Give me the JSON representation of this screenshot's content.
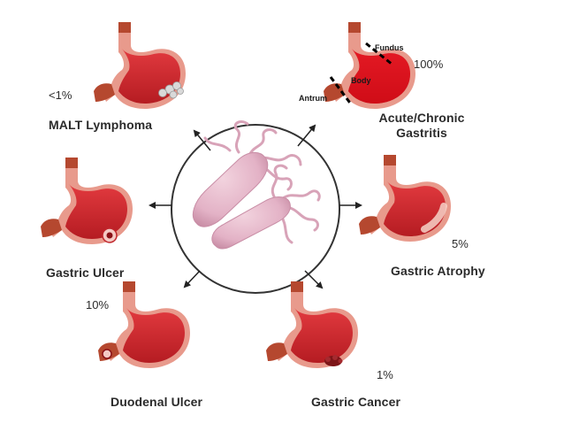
{
  "center_icon": "helicobacter-pylori-bacteria",
  "colors": {
    "stomach_outer": "#e89a8c",
    "stomach_inner": "#d9282f",
    "stomach_dark": "#b51c22",
    "esophagus": "#b5482f",
    "bacteria": "#e3b2c6",
    "flagella": "#d8a3b8",
    "circle_border": "#333333",
    "arrow": "#222222"
  },
  "outcomes": {
    "malt": {
      "title": "MALT Lymphoma",
      "percent": "<1%"
    },
    "gastritis": {
      "title_line1": "Acute/Chronic",
      "title_line2": "Gastritis",
      "percent": "100%",
      "regions": {
        "fundus": "Fundus",
        "body": "Body",
        "antrum": "Antrum"
      }
    },
    "gastric_ulcer": {
      "title": "Gastric Ulcer"
    },
    "atrophy": {
      "title": "Gastric Atrophy",
      "percent": "5%"
    },
    "duodenal": {
      "title": "Duodenal Ulcer",
      "percent": "10%"
    },
    "cancer": {
      "title": "Gastric Cancer",
      "percent": "1%"
    }
  }
}
